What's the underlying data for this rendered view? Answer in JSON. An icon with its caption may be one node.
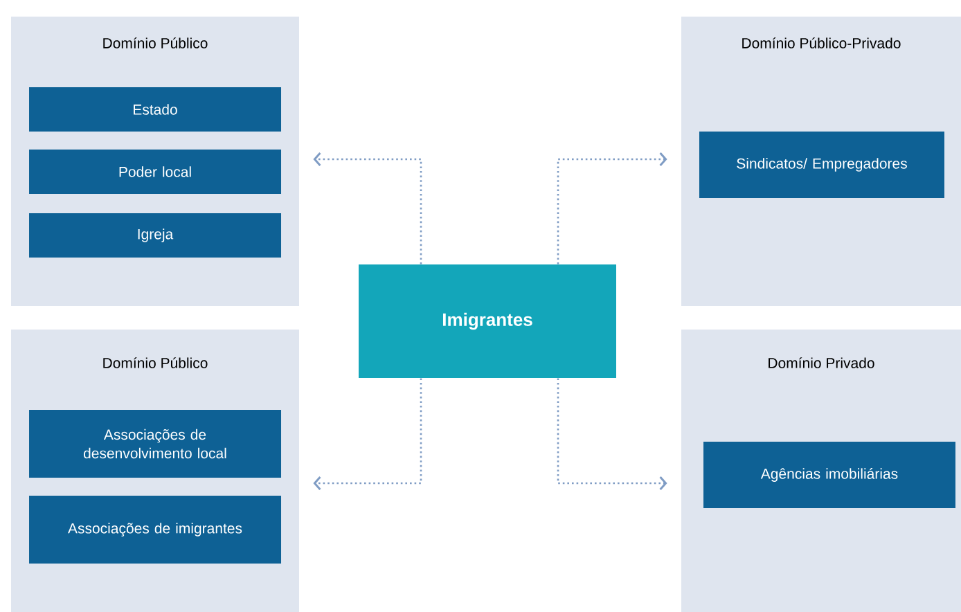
{
  "diagram": {
    "nodes": [
      {
        "text": [
          "Domínio Público"
        ]
      },
      {
        "text": [
          "Estado"
        ],
        "in": 0
      },
      {
        "text": [
          "Poder local"
        ],
        "in": 0
      },
      {
        "text": [
          "Igreja"
        ],
        "in": 0
      },
      {
        "text": [
          "Domínio Público-Privado"
        ]
      },
      {
        "text": [
          "Sindicatos/ Empregadores"
        ],
        "in": 4
      },
      {
        "text": [
          "Domínio Público"
        ]
      },
      {
        "text": [
          "Associações de desenvolvimento local"
        ],
        "in": 6
      },
      {
        "text": [
          "Associações de imigrantes"
        ],
        "in": 6
      },
      {
        "text": [
          "Domínio Privado"
        ]
      },
      {
        "text": [
          "Agências imobiliárias"
        ],
        "in": 9
      },
      {
        "text": [
          "Imigrantes"
        ]
      }
    ],
    "edges": [
      {
        "from": 11,
        "to": 0,
        "arrow": "to",
        "style": "dashed"
      },
      {
        "from": 11,
        "to": 4,
        "arrow": "to",
        "style": "dashed"
      },
      {
        "from": 11,
        "to": 6,
        "arrow": "to",
        "style": "dashed"
      },
      {
        "from": 11,
        "to": 9,
        "arrow": "to",
        "style": "dashed"
      }
    ]
  }
}
